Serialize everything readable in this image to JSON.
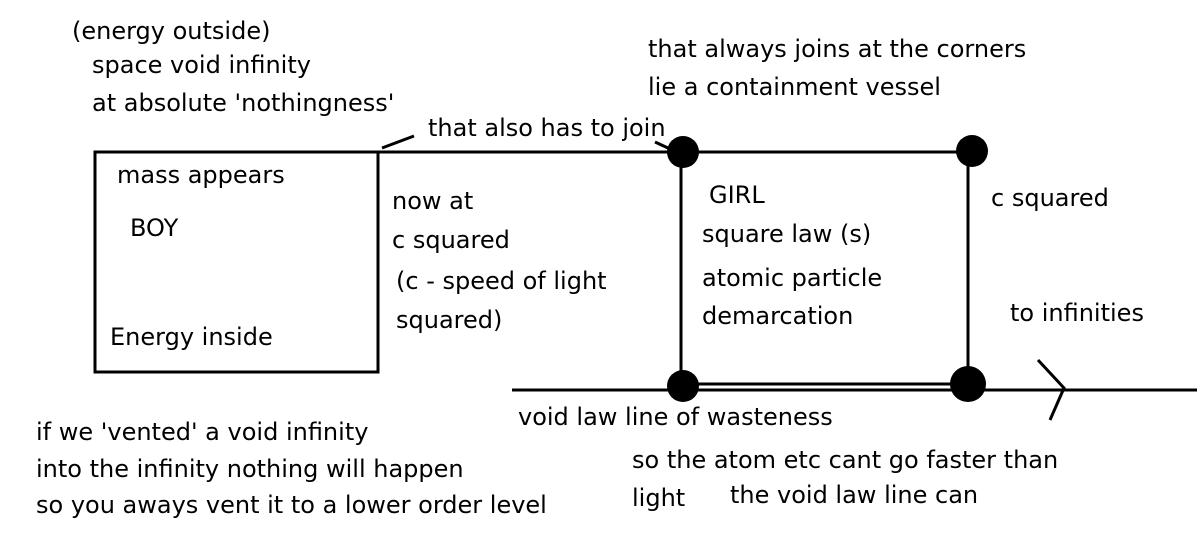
{
  "labels": {
    "energy_outside": "(energy outside)",
    "space_void_infinity": "space void infinity",
    "absolute_nothingness": "at absolute 'nothingness'",
    "always_joins": "that always joins at the corners",
    "containment_vessel": "lie a containment vessel",
    "also_has_to_join": "that also has to join",
    "mass_appears": "mass appears",
    "boy": "BOY",
    "energy_inside": "Energy inside",
    "now_at": "now at",
    "c_squared_mid": "c squared",
    "c_speed_of_light": "(c - speed of light",
    "squared_paren": "squared)",
    "girl": "GIRL",
    "square_law": "square law (s)",
    "atomic_particle": "atomic particle",
    "demarcation": "demarcation",
    "c_squared_right": "c squared",
    "to_infinities": "to infinities",
    "void_law_line": "void law line of wasteness",
    "vented_line1": "if we 'vented' a void infinity",
    "vented_line2": "into the infinity nothing will happen",
    "vented_line3": "so you aways vent it to a lower order level",
    "atom_line1": "so the atom etc cant go faster than",
    "atom_line2": "light",
    "atom_line3": "the void law line can"
  },
  "colors": {
    "background": "#ffffff",
    "ink": "#000000"
  }
}
